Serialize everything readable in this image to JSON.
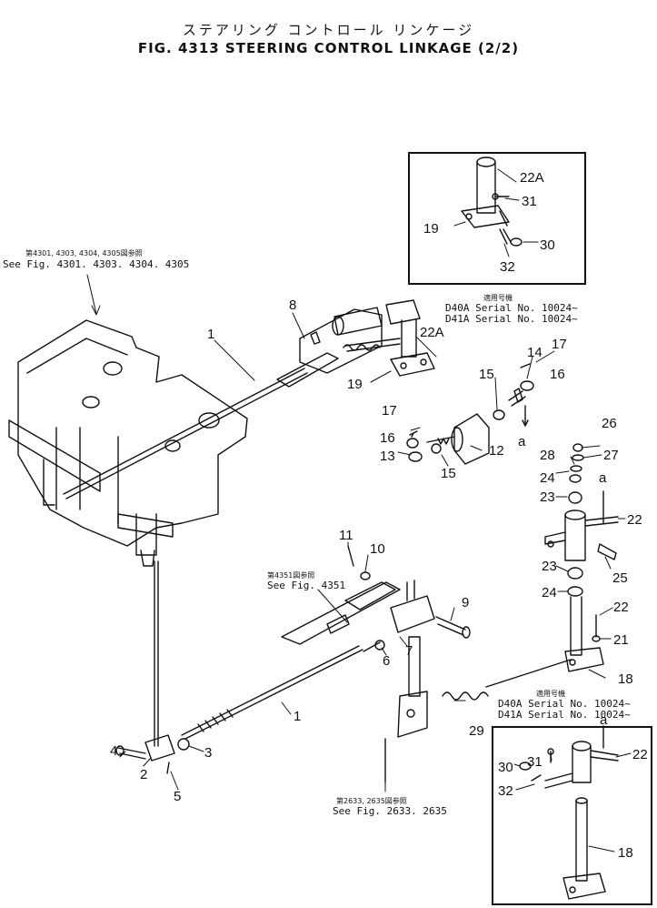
{
  "header": {
    "title_jp": "ステアリング コントロール リンケージ",
    "title_en": "FIG. 4313  STEERING CONTROL LINKAGE (2/2)"
  },
  "references": {
    "top_left_jp": "第4301, 4303, 4304, 4305図参照",
    "top_left_en": "See Fig. 4301. 4303. 4304. 4305",
    "mid_jp": "第4351図参照",
    "mid_en": "See Fig. 4351",
    "bottom_jp": "第2633, 2635図参照",
    "bottom_en": "See Fig. 2633. 2635"
  },
  "serials": {
    "upper_jp": "適用号機",
    "upper_lines": [
      "D40A Serial No. 10024~",
      "D41A Serial No. 10024~"
    ],
    "lower_jp": "適用号機",
    "lower_lines": [
      "D40A Serial No. 10024~",
      "D41A Serial No. 10024~"
    ]
  },
  "callouts": {
    "c1a": "1",
    "c1b": "1",
    "c2": "2",
    "c3": "3",
    "c4": "4",
    "c5": "5",
    "c6": "6",
    "c7": "7",
    "c8": "8",
    "c9": "9",
    "c10": "10",
    "c11": "11",
    "c12": "12",
    "c13": "13",
    "c14": "14",
    "c15a": "15",
    "c15b": "15",
    "c16a": "16",
    "c16b": "16",
    "c17a": "17",
    "c17b": "17",
    "c18": "18",
    "c19": "19",
    "c21": "21",
    "c22a": "22",
    "c22b": "22",
    "c22A": "22A",
    "c23a": "23",
    "c23b": "23",
    "c24a": "24",
    "c24b": "24",
    "c25": "25",
    "c26": "26",
    "c27": "27",
    "c28": "28",
    "c29": "29",
    "ca1": "a",
    "ca2": "a"
  },
  "inset_top": {
    "c22A": "22A",
    "c31": "31",
    "c19": "19",
    "c30": "30",
    "c32": "32"
  },
  "inset_bottom": {
    "ca": "a",
    "c31": "31",
    "c22": "22",
    "c30": "30",
    "c32": "32",
    "c18": "18"
  }
}
